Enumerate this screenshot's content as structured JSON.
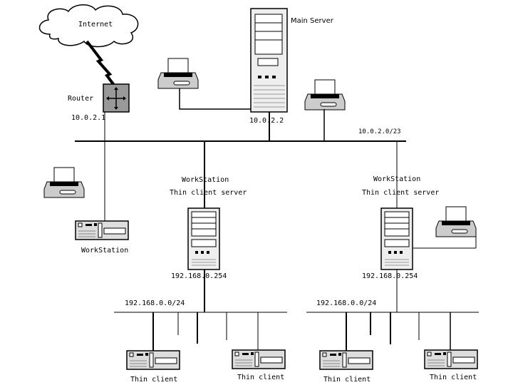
{
  "labels": {
    "internet": "Internet",
    "main_server": "Main Server",
    "router": "Router",
    "router_ip": "10.0.2.1",
    "main_server_ip": "10.0.2.2",
    "backbone_subnet": "10.0.2.0/23",
    "left_workstation": "WorkStation",
    "ws1_title": "WorkStation",
    "ws1_subtitle": "Thin client server",
    "ws1_ip": "192.168.0.254",
    "ws1_subnet": "192.168.0.0/24",
    "ws2_title": "WorkStation",
    "ws2_subtitle": "Thin client server",
    "ws2_ip": "192.168.0.254",
    "ws2_subnet": "192.168.0.0/24",
    "thin_client_1": "Thin client",
    "thin_client_2": "Thin client",
    "thin_client_3": "Thin client",
    "thin_client_4": "Thin client"
  }
}
